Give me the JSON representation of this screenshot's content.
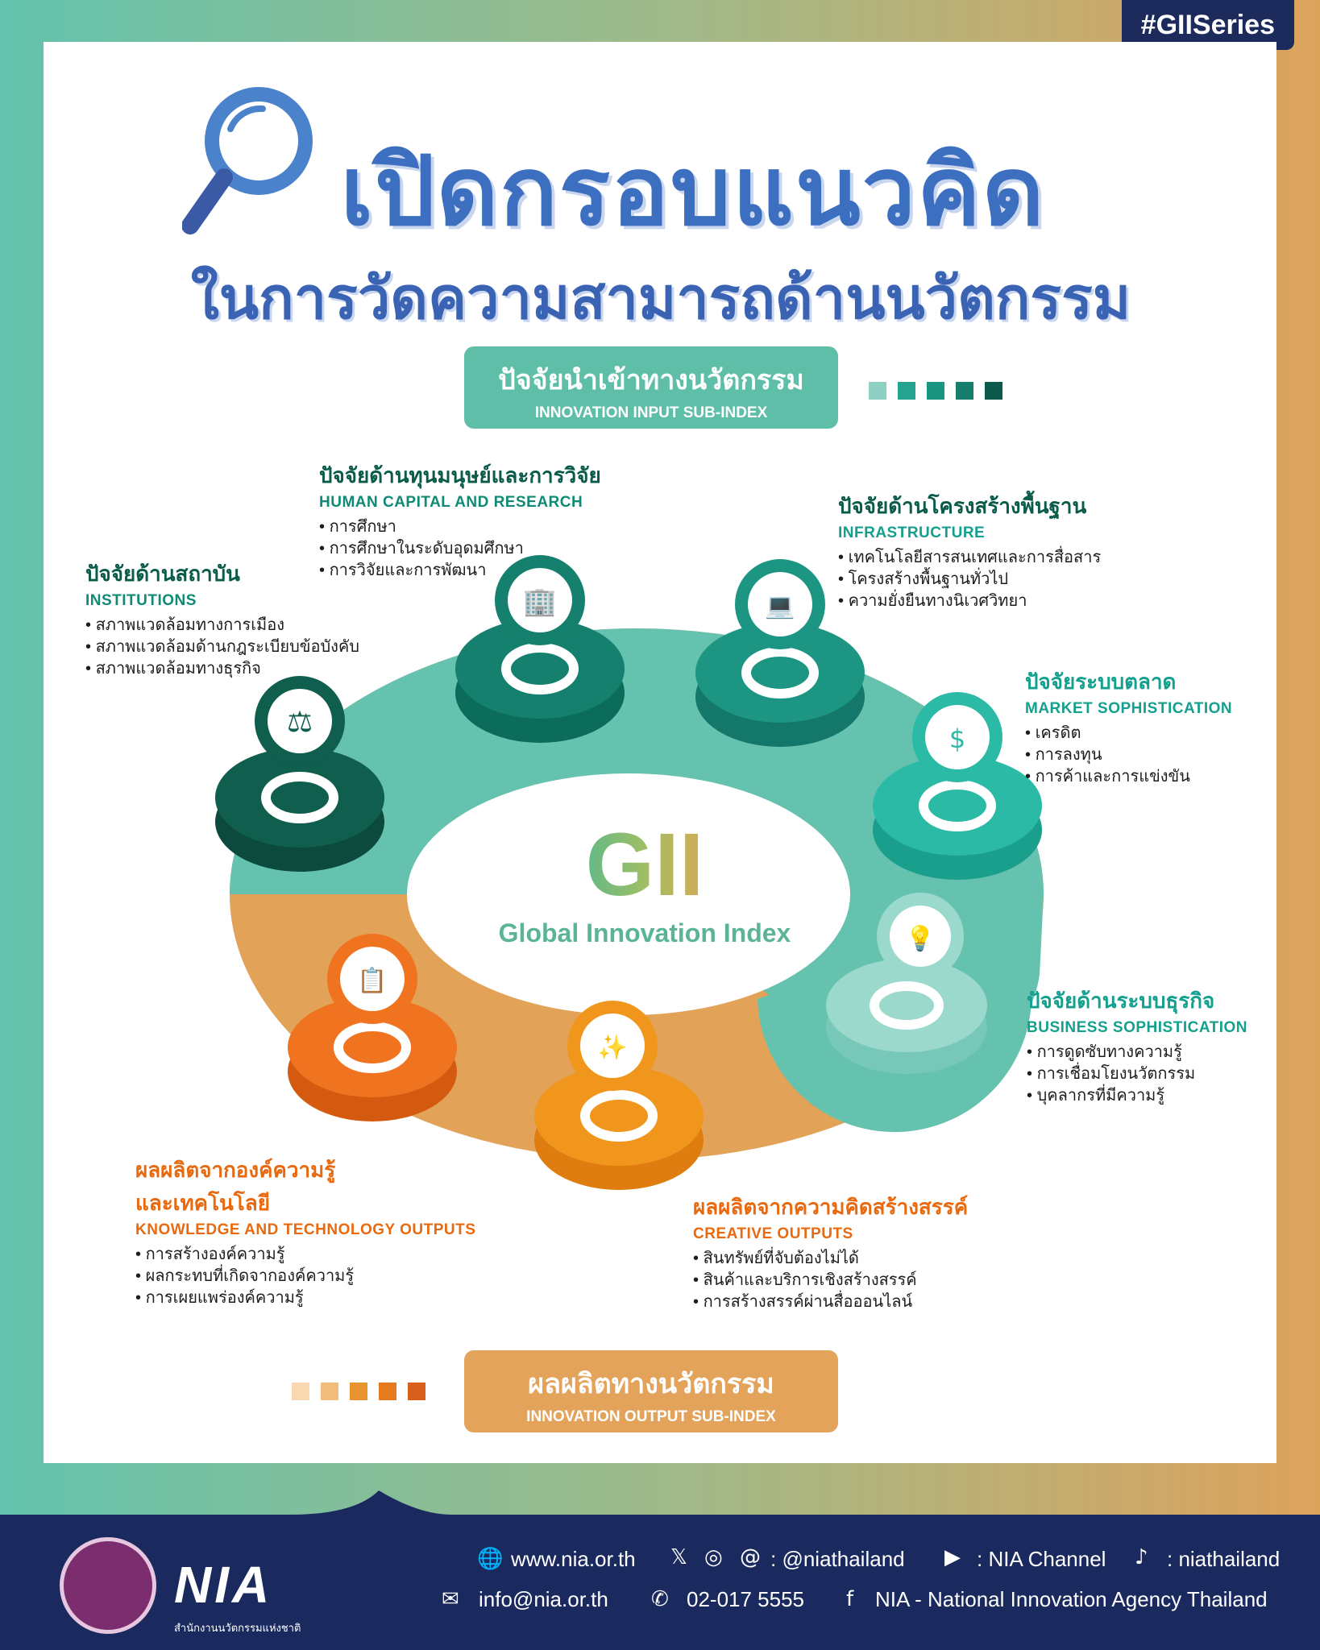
{
  "tag": "#GIISeries",
  "title": {
    "line1": "เปิดกรอบแนวคิด",
    "line2": "ในการวัดความสามารถด้านนวัตกรรม"
  },
  "input_banner": {
    "th": "ปัจจัยนำเข้าทางนวัตกรรม",
    "en": "INNOVATION INPUT SUB-INDEX",
    "squares": [
      "#8fd0c3",
      "#25a58f",
      "#1a9580",
      "#157d6b",
      "#0b5a4b"
    ]
  },
  "output_banner": {
    "th": "ผลผลิตทางนวัตกรรม",
    "en": "INNOVATION OUTPUT SUB-INDEX",
    "squares": [
      "#f7d8b0",
      "#f0bd7a",
      "#e99330",
      "#e57a1e",
      "#d9601c"
    ]
  },
  "center": {
    "logo": "GII",
    "name": "Global Innovation Index"
  },
  "factors": {
    "institutions": {
      "th": "ปัจจัยด้านสถาบัน",
      "en": "INSTITUTIONS",
      "items": [
        "สภาพแวดล้อมทางการเมือง",
        "สภาพแวดล้อมด้านกฎระเบียบข้อบังคับ",
        "สภาพแวดล้อมทางธุรกิจ"
      ]
    },
    "human_capital": {
      "th": "ปัจจัยด้านทุนมนุษย์และการวิจัย",
      "en": "HUMAN CAPITAL AND RESEARCH",
      "items": [
        "การศึกษา",
        "การศึกษาในระดับอุดมศึกษา",
        "การวิจัยและการพัฒนา"
      ]
    },
    "infrastructure": {
      "th": "ปัจจัยด้านโครงสร้างพื้นฐาน",
      "en": "INFRASTRUCTURE",
      "items": [
        "เทคโนโลยีสารสนเทศและการสื่อสาร",
        "โครงสร้างพื้นฐานทั่วไป",
        "ความยั่งยืนทางนิเวศวิทยา"
      ]
    },
    "market": {
      "th": "ปัจจัยระบบตลาด",
      "en": "MARKET SOPHISTICATION",
      "items": [
        "เครดิต",
        "การลงทุน",
        "การค้าและการแข่งขัน"
      ]
    },
    "business": {
      "th": "ปัจจัยด้านระบบธุรกิจ",
      "en": "BUSINESS SOPHISTICATION",
      "items": [
        "การดูดซับทางความรู้",
        "การเชื่อมโยงนวัตกรรม",
        "บุคลากรที่มีความรู้"
      ]
    },
    "knowledge": {
      "th1": "ผลผลิตจากองค์ความรู้",
      "th2": "และเทคโนโลยี",
      "en": "KNOWLEDGE AND TECHNOLOGY OUTPUTS",
      "items": [
        "การสร้างองค์ความรู้",
        "ผลกระทบที่เกิดจากองค์ความรู้",
        "การเผยแพร่องค์ความรู้"
      ]
    },
    "creative": {
      "th": "ผลผลิตจากความคิดสร้างสรรค์",
      "en": "CREATIVE OUTPUTS",
      "items": [
        "สินทรัพย์ที่จับต้องไม่ได้",
        "สินค้าและบริการเชิงสร้างสรรค์",
        "การสร้างสรรค์ผ่านสื่อออนไลน์"
      ]
    }
  },
  "footer": {
    "logo": "NIA",
    "logo_sub": "สำนักงานนวัตกรรมแห่งชาติ",
    "website": "www.nia.or.th",
    "social": ": @niathailand",
    "youtube": ": NIA Channel",
    "tiktok": ": niathailand",
    "email": "info@nia.or.th",
    "phone": "02-017 5555",
    "facebook": "NIA - National Innovation Agency Thailand"
  },
  "colors": {
    "navy": "#1b2a5e",
    "teal": "#5ebea8",
    "orange": "#e4a35a",
    "title_blue": "#3d6fc0"
  }
}
